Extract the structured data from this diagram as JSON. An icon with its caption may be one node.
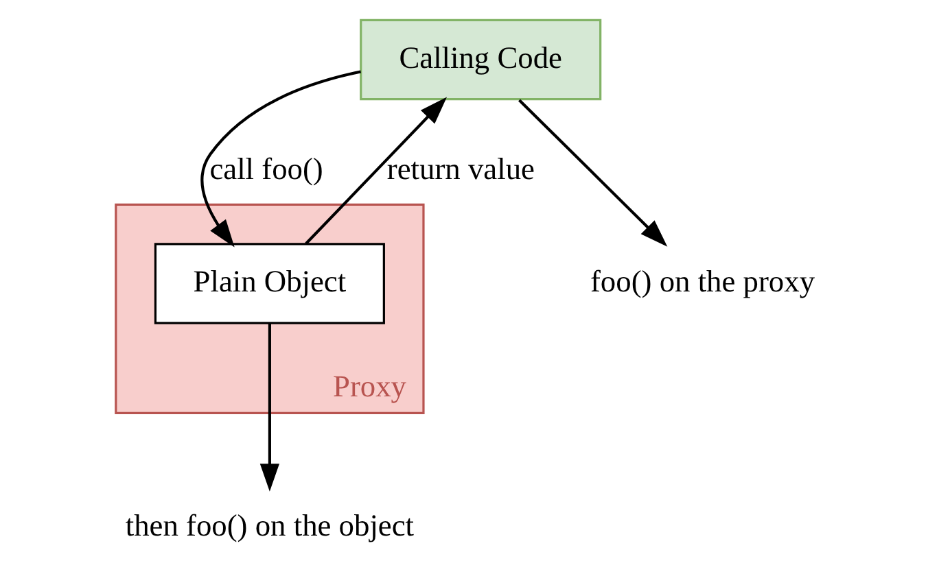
{
  "diagram": {
    "nodes": [
      {
        "text": [
          "Calling Code"
        ]
      },
      {
        "text": [
          "Proxy"
        ]
      },
      {
        "text": [
          "Plain Object"
        ],
        "in": 1
      },
      {
        "text": [
          "foo() on the proxy"
        ]
      },
      {
        "text": [
          "then foo() on the object"
        ]
      }
    ],
    "edges": [
      {
        "from": 0,
        "to": 2,
        "arrow": "to",
        "label": "call foo()"
      },
      {
        "from": 0,
        "to": 3,
        "arrow": "to"
      },
      {
        "from": 2,
        "to": 0,
        "arrow": "to",
        "label": "return value"
      },
      {
        "from": 2,
        "to": 4,
        "arrow": "to"
      }
    ]
  }
}
